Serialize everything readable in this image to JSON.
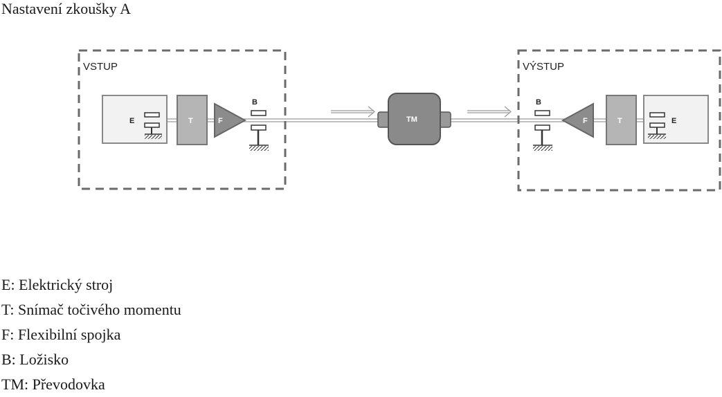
{
  "title": "Nastavení zkoušky A",
  "input_box": {
    "label": "VSTUP",
    "machine": "E",
    "torque": "T",
    "coupling": "F",
    "bearing": "B"
  },
  "output_box": {
    "label": "VÝSTUP",
    "machine": "E",
    "torque": "T",
    "coupling": "F",
    "bearing": "B"
  },
  "gearbox": {
    "label": "TM"
  },
  "legend": [
    "E: Elektrický stroj",
    "T: Snímač točivého momentu",
    "F: Flexibilní spojka",
    "B: Ložisko",
    "TM: Převodovka"
  ],
  "colors": {
    "dashed_border": "#6b6b6b",
    "machine_fill": "#f2f2f2",
    "torque_fill": "#b5b5b5",
    "coupling_fill": "#8c8c8c",
    "gearbox_fill": "#8a8a8a",
    "shaft": "#9a9a9a"
  }
}
